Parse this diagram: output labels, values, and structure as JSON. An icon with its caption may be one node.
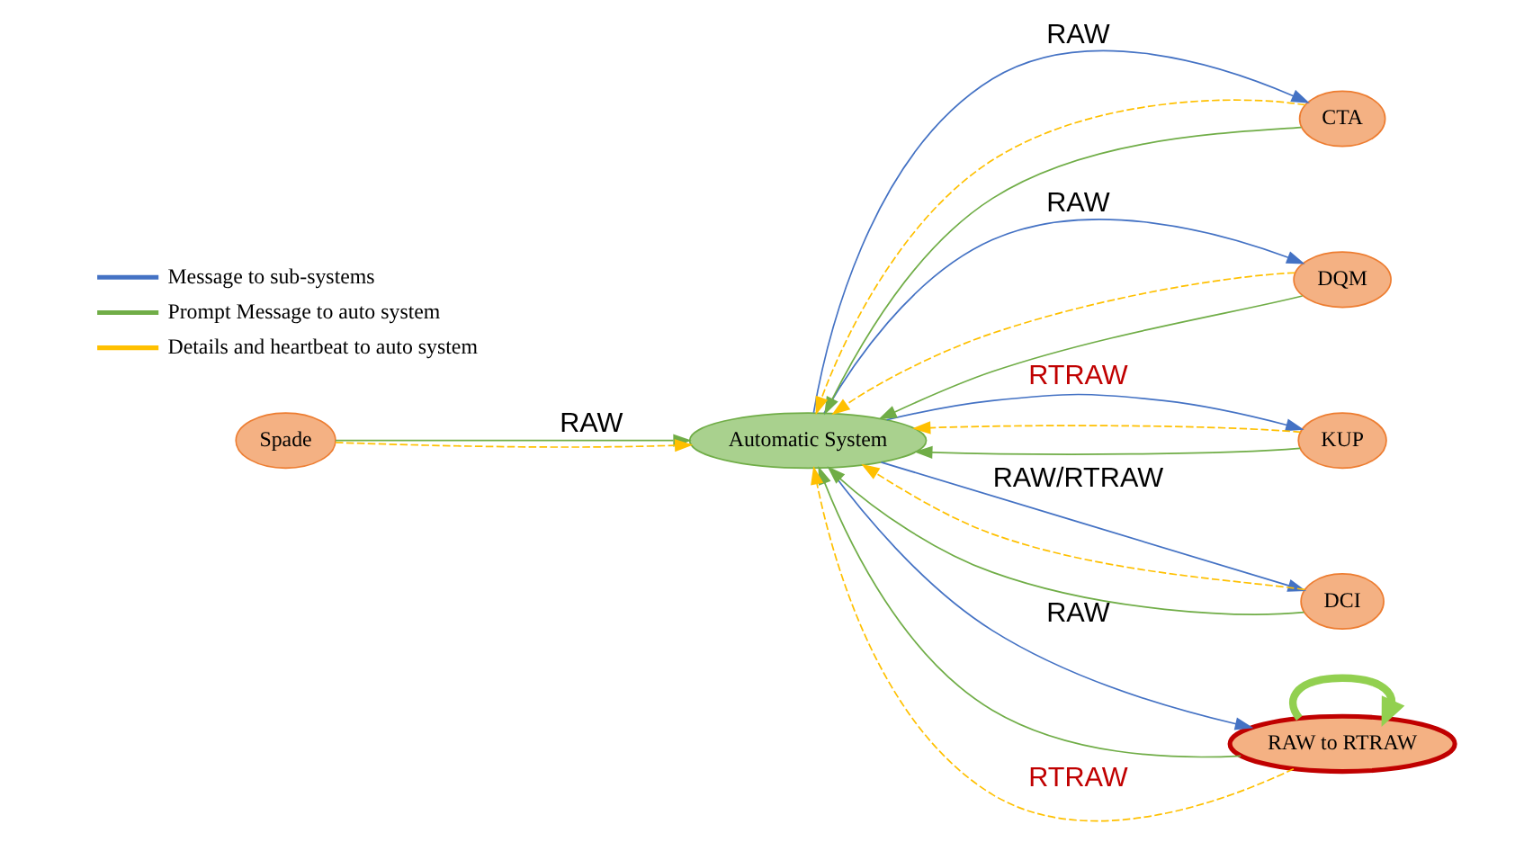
{
  "diagram": {
    "nodes": [
      {
        "text": [
          "Spade"
        ]
      },
      {
        "text": [
          "Automatic System"
        ]
      },
      {
        "text": [
          "CTA"
        ]
      },
      {
        "text": [
          "DQM"
        ]
      },
      {
        "text": [
          "KUP"
        ]
      },
      {
        "text": [
          "DCI"
        ]
      },
      {
        "text": [
          "RAW to RTRAW"
        ]
      }
    ],
    "edges": [
      {
        "from": 0,
        "to": 1,
        "arrow": "to",
        "label": "RAW",
        "color": "#70ad47"
      },
      {
        "from": 0,
        "to": 1,
        "arrow": "to",
        "style": "dashed",
        "color": "#ffc000"
      },
      {
        "from": 1,
        "to": 2,
        "arrow": "to",
        "label": "RAW",
        "color": "#4472c4"
      },
      {
        "from": 2,
        "to": 1,
        "arrow": "to",
        "color": "#70ad47"
      },
      {
        "from": 2,
        "to": 1,
        "arrow": "to",
        "style": "dashed",
        "color": "#ffc000"
      },
      {
        "from": 1,
        "to": 3,
        "arrow": "to",
        "label": "RAW",
        "color": "#4472c4"
      },
      {
        "from": 3,
        "to": 1,
        "arrow": "to",
        "color": "#70ad47"
      },
      {
        "from": 3,
        "to": 1,
        "arrow": "to",
        "style": "dashed",
        "color": "#ffc000"
      },
      {
        "from": 1,
        "to": 4,
        "arrow": "to",
        "label": "RTRAW",
        "color": "#4472c4"
      },
      {
        "from": 4,
        "to": 1,
        "arrow": "to",
        "color": "#70ad47"
      },
      {
        "from": 4,
        "to": 1,
        "arrow": "to",
        "style": "dashed",
        "color": "#ffc000"
      },
      {
        "from": 1,
        "to": 5,
        "arrow": "to",
        "label": "RAW/RTRAW",
        "color": "#4472c4"
      },
      {
        "from": 5,
        "to": 1,
        "arrow": "to",
        "color": "#70ad47"
      },
      {
        "from": 5,
        "to": 1,
        "arrow": "to",
        "style": "dashed",
        "color": "#ffc000"
      },
      {
        "from": 1,
        "to": 6,
        "arrow": "to",
        "label": "RAW",
        "color": "#4472c4"
      },
      {
        "from": 6,
        "to": 1,
        "arrow": "to",
        "color": "#70ad47"
      },
      {
        "from": 6,
        "to": 1,
        "arrow": "to",
        "style": "dashed",
        "label": "RTRAW",
        "color": "#ffc000"
      },
      {
        "from": 6,
        "to": 6,
        "arrow": "to",
        "style": "thick",
        "color": "#92d050"
      }
    ],
    "legend": [
      {
        "text": "Message to sub-systems"
      },
      {
        "text": "Prompt Message to auto system"
      },
      {
        "text": "Details and heartbeat to auto system"
      }
    ]
  }
}
